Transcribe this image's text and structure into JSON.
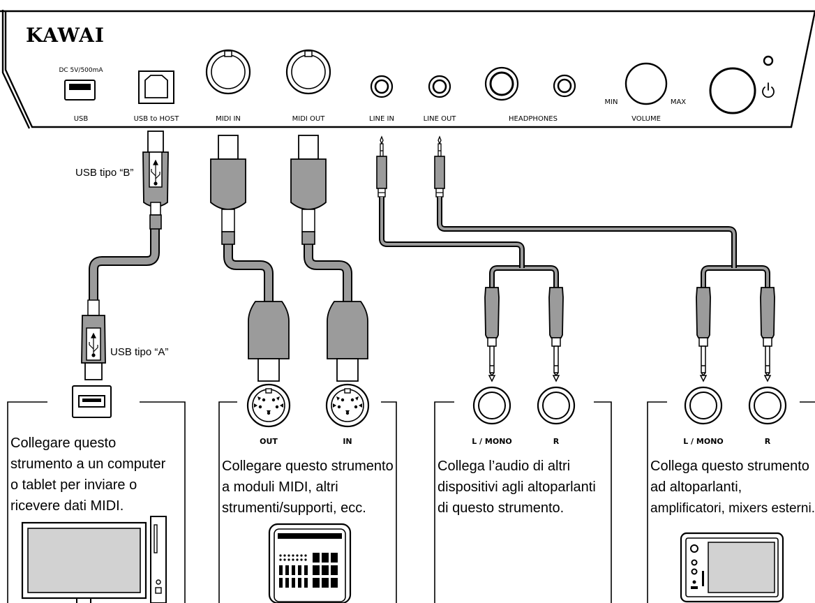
{
  "brand": "KAWAI",
  "panel": {
    "usb_rating": "DC 5V/500mA",
    "labels": {
      "usb": "USB",
      "usb_to_host": "USB to HOST",
      "midi_in": "MIDI IN",
      "midi_out": "MIDI OUT",
      "line_in": "LINE IN",
      "line_out": "LINE OUT",
      "headphones": "HEADPHONES",
      "volume": "VOLUME",
      "min": "MIN",
      "max": "MAX"
    }
  },
  "cables": {
    "usb_b_label": "USB tipo “B”",
    "usb_a_label": "USB tipo “A”"
  },
  "sections": {
    "usb": {
      "lines": [
        "Collegare questo",
        "strumento a un computer",
        "o tablet per inviare o",
        "ricevere dati MIDI."
      ]
    },
    "midi": {
      "port_out": "OUT",
      "port_in": "IN",
      "lines": [
        "Collegare questo strumento",
        "a moduli MIDI, altri",
        "strumenti/supporti, ecc."
      ]
    },
    "line_in": {
      "port_l": "L / MONO",
      "port_r": "R",
      "lines": [
        "Collega l’audio di altri",
        "dispositivi agli altoparlanti",
        "di questo strumento."
      ]
    },
    "line_out": {
      "port_l": "L / MONO",
      "port_r": "R",
      "lines": [
        "Collega questo strumento",
        "ad altoparlanti,",
        "amplificatori, mixers esterni."
      ]
    }
  }
}
